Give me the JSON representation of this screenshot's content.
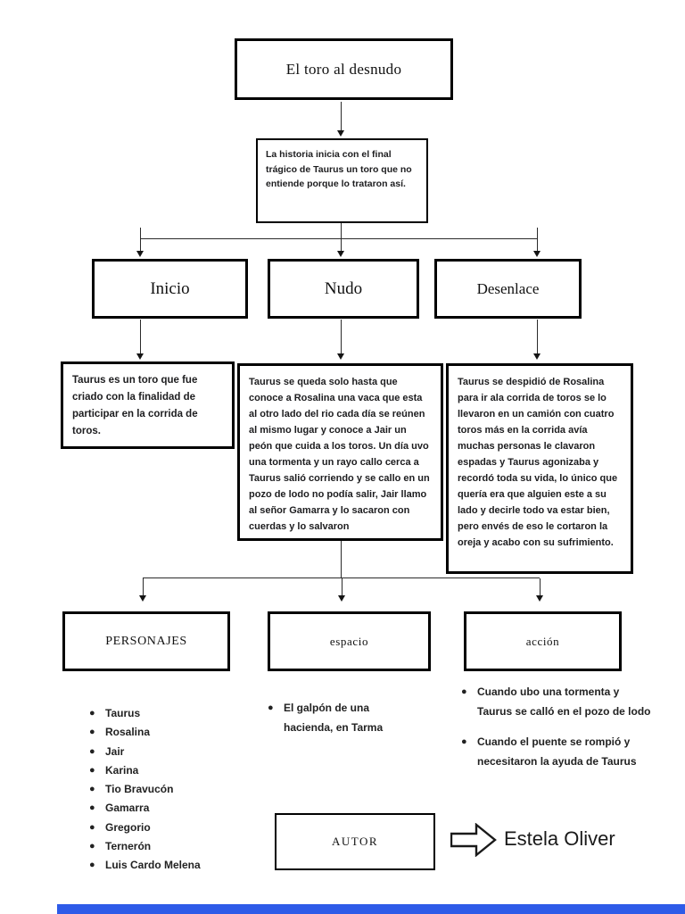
{
  "colors": {
    "page_background": "#ffffff",
    "box_border": "#000000",
    "text": "#1c1c1c",
    "connector": "#2b2b2b",
    "footer_bar": "#2e5be8"
  },
  "title_box": {
    "label": "El toro al desnudo"
  },
  "intro_box": {
    "text": "La historia inicia con el final trágico de Taurus un toro que no entiende porque lo trataron así."
  },
  "sections": [
    {
      "label": "Inicio",
      "text": "Taurus es un toro que fue criado con la finalidad de participar en la corrida de toros."
    },
    {
      "label": "Nudo",
      "text": "Taurus se queda solo hasta que conoce a Rosalina una vaca que esta al otro lado del rio cada día se reúnen al mismo lugar y conoce a Jair un peón que cuida a los toros. Un día uvo una tormenta y un rayo callo cerca a Taurus salió corriendo y se callo en un pozo de lodo no podía salir, Jair llamo al señor Gamarra y lo sacaron con cuerdas y lo salvaron"
    },
    {
      "label": "Desenlace",
      "text": "Taurus se despidió de Rosalina para ir ala corrida de toros se lo llevaron en un camión con cuatro toros más en la corrida avía muchas personas le clavaron espadas y Taurus agonizaba y recordó toda su vida, lo único que quería era que alguien este a su lado y decirle todo va estar bien, pero envés de eso le cortaron la oreja y acabo con su sufrimiento."
    }
  ],
  "categories": [
    {
      "label": "PERSONAJES",
      "items": [
        "Taurus",
        "Rosalina",
        "Jair",
        "Karina",
        "Tio Bravucón",
        "Gamarra",
        "Gregorio",
        "Ternerón",
        "Luis Cardo Melena"
      ]
    },
    {
      "label": "espacio",
      "items": [
        "El galpón de una hacienda, en Tarma"
      ]
    },
    {
      "label": "acción",
      "items": [
        "Cuando ubo una tormenta y Taurus se calló en el pozo de lodo",
        "Cuando el puente se rompió y necesitaron la ayuda de Taurus"
      ]
    }
  ],
  "author": {
    "box_label": "AUTOR",
    "name": "Estela Oliver",
    "arrow_icon": "block-right-arrow"
  }
}
